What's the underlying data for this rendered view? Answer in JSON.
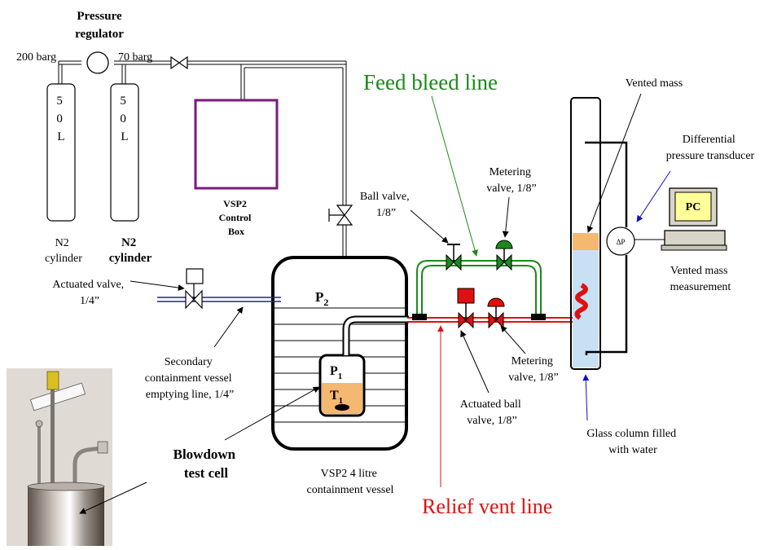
{
  "colors": {
    "feed": "#1a8a1a",
    "relief": "#e01010",
    "secondary": "#2020a0",
    "control_box": "#7a1a7a",
    "liquid": "#f4b870",
    "water": "#c8e0f4",
    "arrow_blue": "#1010c0"
  },
  "labels": {
    "pressure_regulator": [
      "Pressure",
      "regulator"
    ],
    "p200": "200 barg",
    "p70": "70 barg",
    "cyl1_text": [
      "5",
      "0",
      "L"
    ],
    "cyl2_text": [
      "5",
      "0",
      "L"
    ],
    "n2_cyl1": [
      "N2",
      "cylinder"
    ],
    "n2_cyl2": [
      "N2",
      "cylinder"
    ],
    "control_box": [
      "VSP2",
      "Control",
      "Box"
    ],
    "feed_bleed": "Feed bleed line",
    "relief_vent": "Relief vent line",
    "actuated_valve": [
      "Actuated valve,",
      "1/4”"
    ],
    "secondary_line": [
      "Secondary",
      "containment vessel",
      "emptying line, 1/4”"
    ],
    "p2_main": "P",
    "p2_sub": "2",
    "p1_main": "P",
    "p1_sub": "1",
    "t1_main": "T",
    "t1_sub": "1",
    "blowdown": [
      "Blowdown",
      "test cell"
    ],
    "vsp2_vessel": [
      "VSP2 4 litre",
      "containment vessel"
    ],
    "ball_valve": [
      "Ball valve,",
      "1/8”"
    ],
    "metering_top": [
      "Metering",
      "valve, 1/8”"
    ],
    "metering_bottom": [
      "Metering",
      "valve, 1/8”"
    ],
    "actuated_ball": [
      "Actuated ball",
      "valve, 1/8”"
    ],
    "vented_mass": "Vented mass",
    "dp_transducer": [
      "Differential",
      "pressure transducer"
    ],
    "pc": "PC",
    "dp": "ΔP",
    "vented_measure": [
      "Vented mass",
      "measurement"
    ],
    "glass_column": [
      "Glass column filled",
      "with water"
    ]
  }
}
